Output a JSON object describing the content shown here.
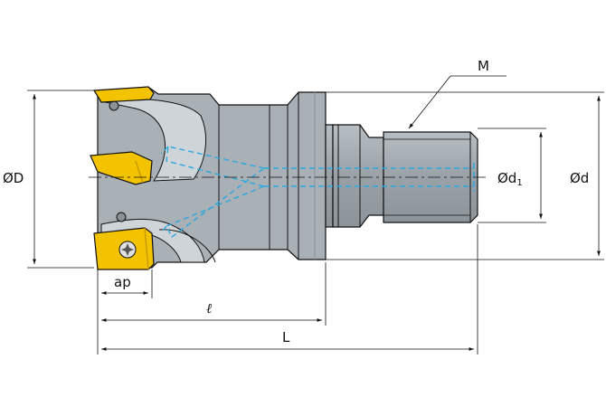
{
  "labels": {
    "D": "ØD",
    "d": "Ød",
    "d1_prefix": "Ød",
    "d1_sub": "1",
    "M": "M",
    "ap": "ap",
    "l": "ℓ",
    "L": "L"
  },
  "colors": {
    "body": "#a9b0b6",
    "body_light": "#cfd4d8",
    "body_dark": "#8a9297",
    "insert": "#f3c300",
    "insert_dark": "#c79a00",
    "coolant": "#2aa8e0",
    "outline": "#111111",
    "dim_line": "#111111"
  }
}
